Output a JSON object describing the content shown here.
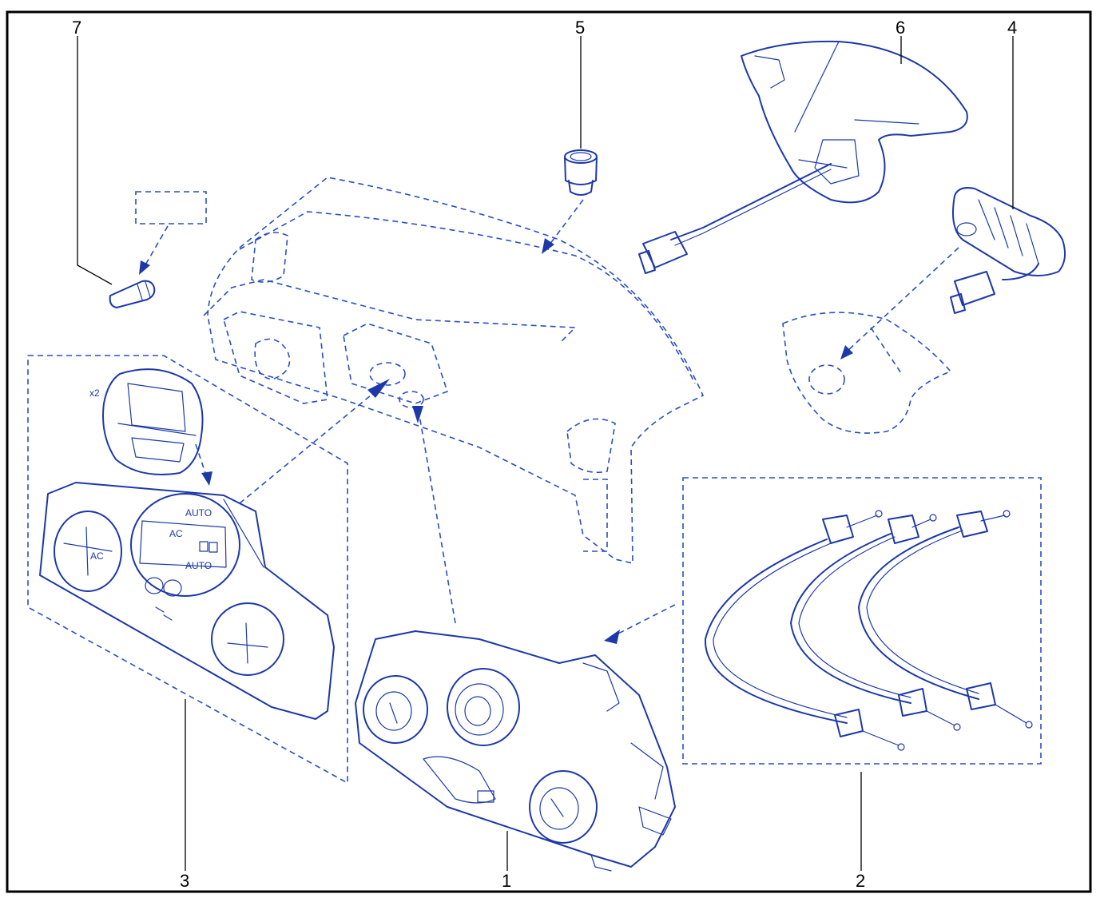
{
  "callouts": [
    {
      "id": "1",
      "text": "1"
    },
    {
      "id": "2",
      "text": "2"
    },
    {
      "id": "3",
      "text": "3"
    },
    {
      "id": "4",
      "text": "4"
    },
    {
      "id": "5",
      "text": "5"
    },
    {
      "id": "6",
      "text": "6"
    },
    {
      "id": "7",
      "text": "7"
    }
  ],
  "labels": {
    "quantity": "x2",
    "auto_top": "AUTO",
    "auto_display": "AUTO",
    "ac_left": "AC",
    "ac_display": "AC"
  },
  "colors": {
    "line": "#1d38a8",
    "frame": "#000000"
  }
}
